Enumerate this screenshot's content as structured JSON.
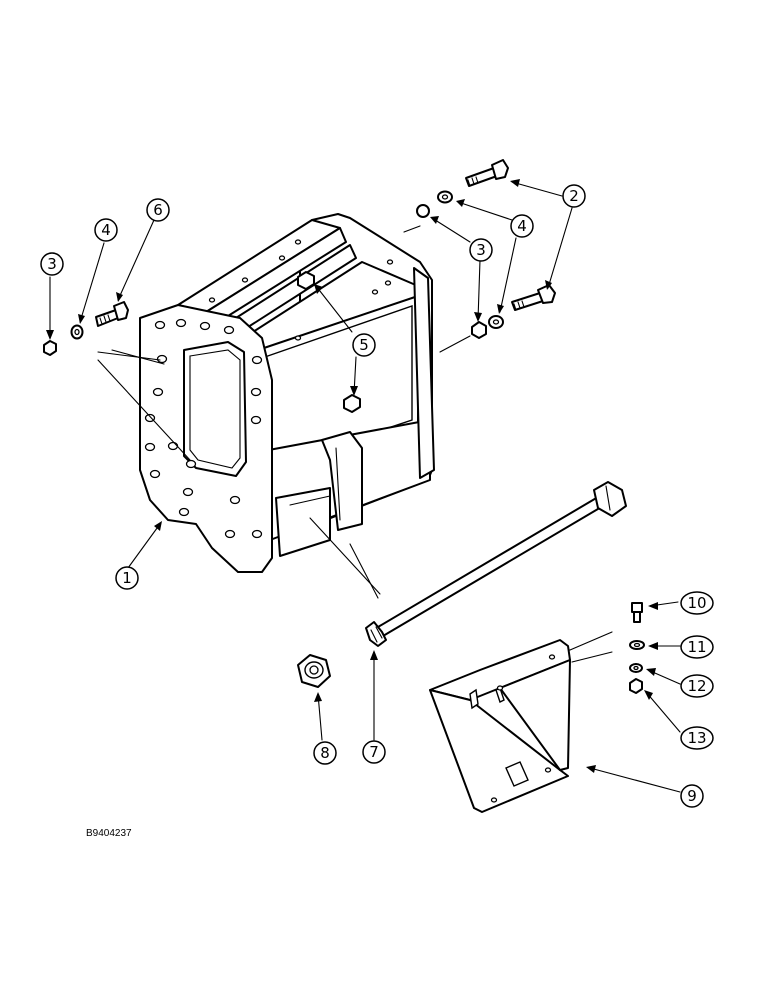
{
  "figure_reference": "B9404237",
  "callouts": {
    "c1": "1",
    "c2": "2",
    "c3a": "3",
    "c3b": "3",
    "c4a": "4",
    "c4b": "4",
    "c5": "5",
    "c6": "6",
    "c7": "7",
    "c8": "8",
    "c9": "9",
    "c10": "10",
    "c11": "11",
    "c12": "12",
    "c13": "13"
  }
}
